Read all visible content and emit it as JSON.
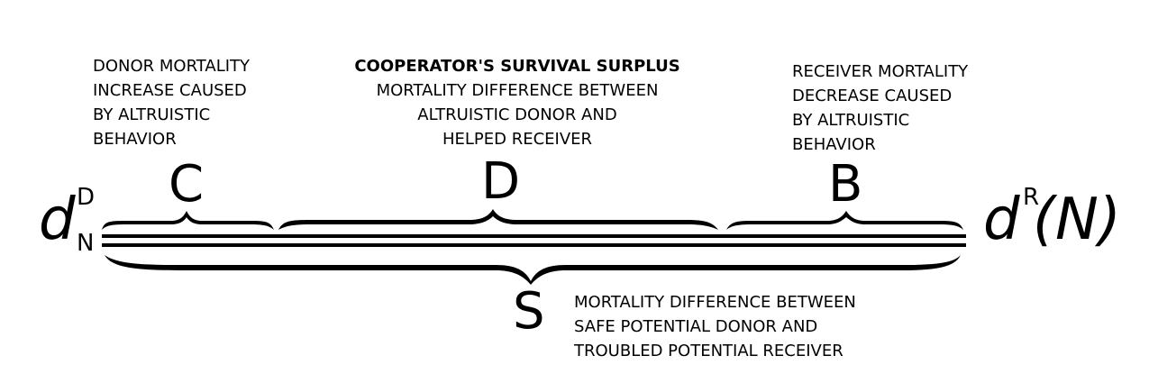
{
  "donor_mortality": {
    "lines": [
      "DONOR MORTALITY",
      "INCREASE CAUSED",
      "BY ALTRUISTIC",
      "BEHAVIOR"
    ]
  },
  "cooperator_surplus": {
    "title": "COOPERATOR'S SURVIVAL SURPLUS",
    "lines": [
      "MORTALITY DIFFERENCE BETWEEN",
      "ALTRUISTIC DONOR AND",
      "HELPED RECEIVER"
    ]
  },
  "receiver_mortality": {
    "lines": [
      "RECEIVER MORTALITY",
      "DECREASE CAUSED",
      "BY ALTRUISTIC",
      "BEHAVIOR"
    ]
  },
  "survival_difference": {
    "lines": [
      "MORTALITY DIFFERENCE BETWEEN",
      "SAFE POTENTIAL DONOR AND",
      "TROUBLED POTENTIAL RECEIVER"
    ]
  },
  "segments": {
    "c": "C",
    "d": "D",
    "b": "B",
    "s": "S"
  },
  "endpoints": {
    "left_symbol": "d",
    "left_superscript": "D",
    "left_subscript": "N",
    "right_symbol": "d",
    "right_superscript": "R",
    "right_argument": "(N)"
  }
}
